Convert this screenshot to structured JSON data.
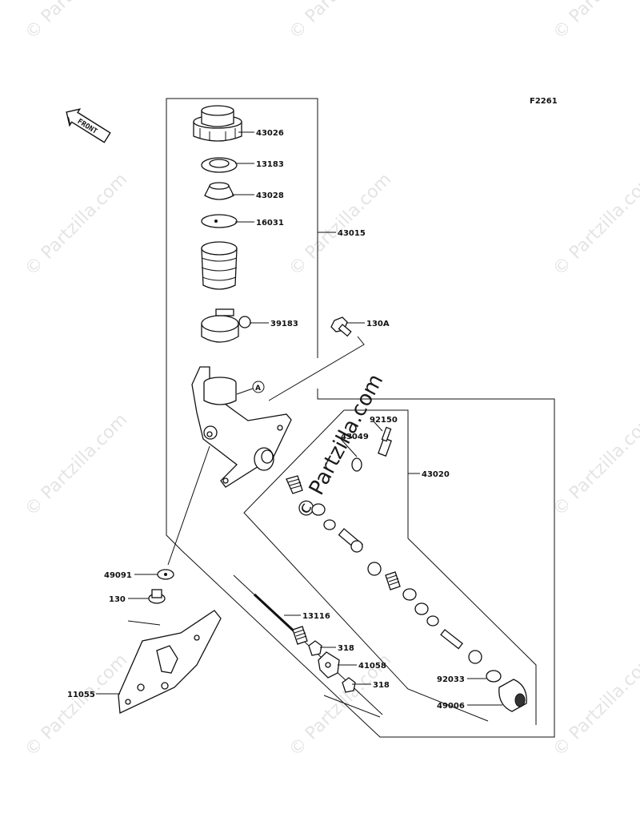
{
  "diagram_code": "F2261",
  "front_label": "FRONT",
  "watermark": "© Partzilla.com",
  "callout_A": "A",
  "labels": {
    "p43026": "43026",
    "p13183": "13183",
    "p43028": "43028",
    "p16031": "16031",
    "p43015": "43015",
    "p39183": "39183",
    "p130A": "130A",
    "p92150": "92150",
    "p43049": "43049",
    "p43020": "43020",
    "p49091": "49091",
    "p130": "130",
    "p13116": "13116",
    "p318a": "318",
    "p41058": "41058",
    "p318b": "318",
    "p11055": "11055",
    "p92033": "92033",
    "p49006": "49006"
  }
}
